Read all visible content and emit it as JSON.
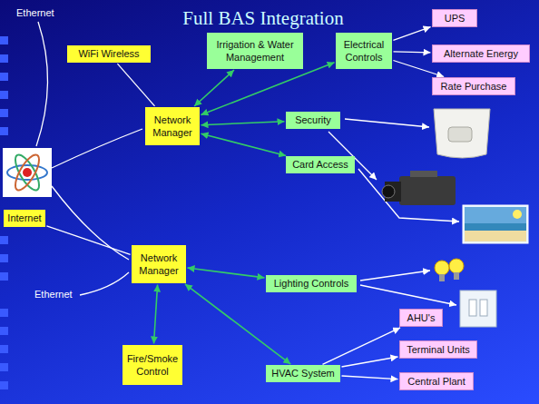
{
  "diagram": {
    "title": "Full BAS Integration",
    "nodes": [
      {
        "text": [
          "WiFi Wireless"
        ]
      },
      {
        "text": [
          "Irrigation & Water Management"
        ]
      },
      {
        "text": [
          "Electrical Controls"
        ]
      },
      {
        "text": [
          "UPS"
        ]
      },
      {
        "text": [
          "Alternate Energy"
        ]
      },
      {
        "text": [
          "Rate Purchase"
        ]
      },
      {
        "text": [
          "Network Manager"
        ]
      },
      {
        "text": [
          "Security"
        ]
      },
      {
        "text": [
          "Card Access"
        ]
      },
      {
        "text": [
          "Internet"
        ]
      },
      {
        "text": [
          "Network Manager"
        ]
      },
      {
        "text": [
          "Lighting Controls"
        ]
      },
      {
        "text": [
          "Fire/Smoke Control"
        ]
      },
      {
        "text": [
          "HVAC System"
        ]
      },
      {
        "text": [
          "AHU's"
        ]
      },
      {
        "text": [
          "Terminal Units"
        ]
      },
      {
        "text": [
          "Central Plant"
        ]
      }
    ],
    "edges": [
      {
        "from": 0,
        "to": 6,
        "arrow": "none"
      },
      {
        "from": 6,
        "to": 1,
        "arrow": "both"
      },
      {
        "from": 6,
        "to": 2,
        "arrow": "both"
      },
      {
        "from": 2,
        "to": 3,
        "arrow": "to"
      },
      {
        "from": 2,
        "to": 4,
        "arrow": "to"
      },
      {
        "from": 2,
        "to": 5,
        "arrow": "to"
      },
      {
        "from": 6,
        "to": 7,
        "arrow": "both"
      },
      {
        "from": 6,
        "to": 8,
        "arrow": "both"
      },
      {
        "from": 9,
        "to": 10,
        "arrow": "none"
      },
      {
        "from": 10,
        "to": 11,
        "arrow": "both"
      },
      {
        "from": 10,
        "to": 12,
        "arrow": "both"
      },
      {
        "from": 10,
        "to": 13,
        "arrow": "both"
      },
      {
        "from": 13,
        "to": 14,
        "arrow": "to"
      },
      {
        "from": 13,
        "to": 15,
        "arrow": "to"
      },
      {
        "from": 13,
        "to": 16,
        "arrow": "to"
      }
    ],
    "labels": [
      "Ethernet",
      "Ethernet"
    ]
  }
}
